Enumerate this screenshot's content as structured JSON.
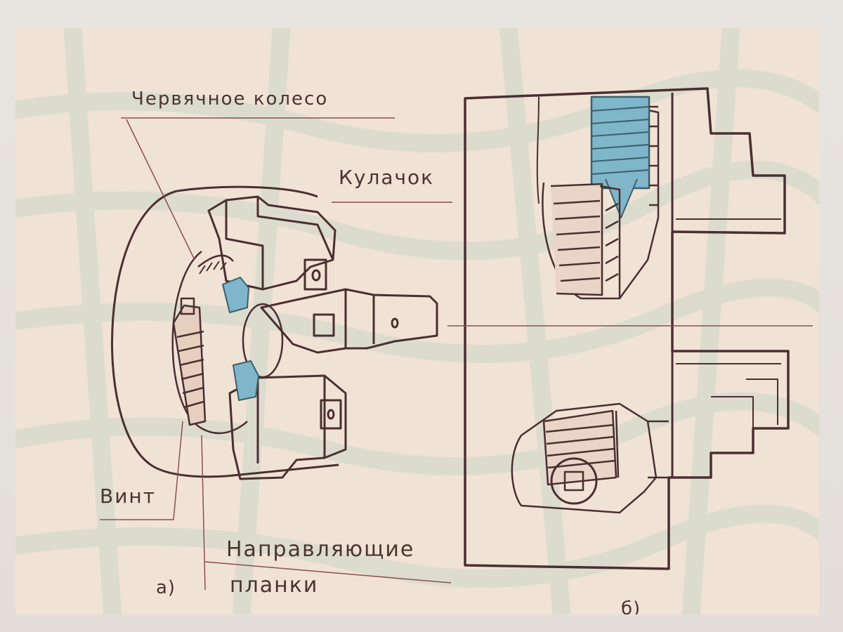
{
  "labels": {
    "worm_wheel": "Червячное колесо",
    "jaw": "Кулачок",
    "screw": "Винт",
    "guide_line1": "Направляющие",
    "guide_line2": "планки"
  },
  "figures": {
    "a": "а)",
    "b": "б)"
  },
  "colors": {
    "ink": "#4a2f30",
    "highlight_blue": "#7fb6c9",
    "paper": "#f1e2d6",
    "pattern_green": "#c9d6c8"
  }
}
